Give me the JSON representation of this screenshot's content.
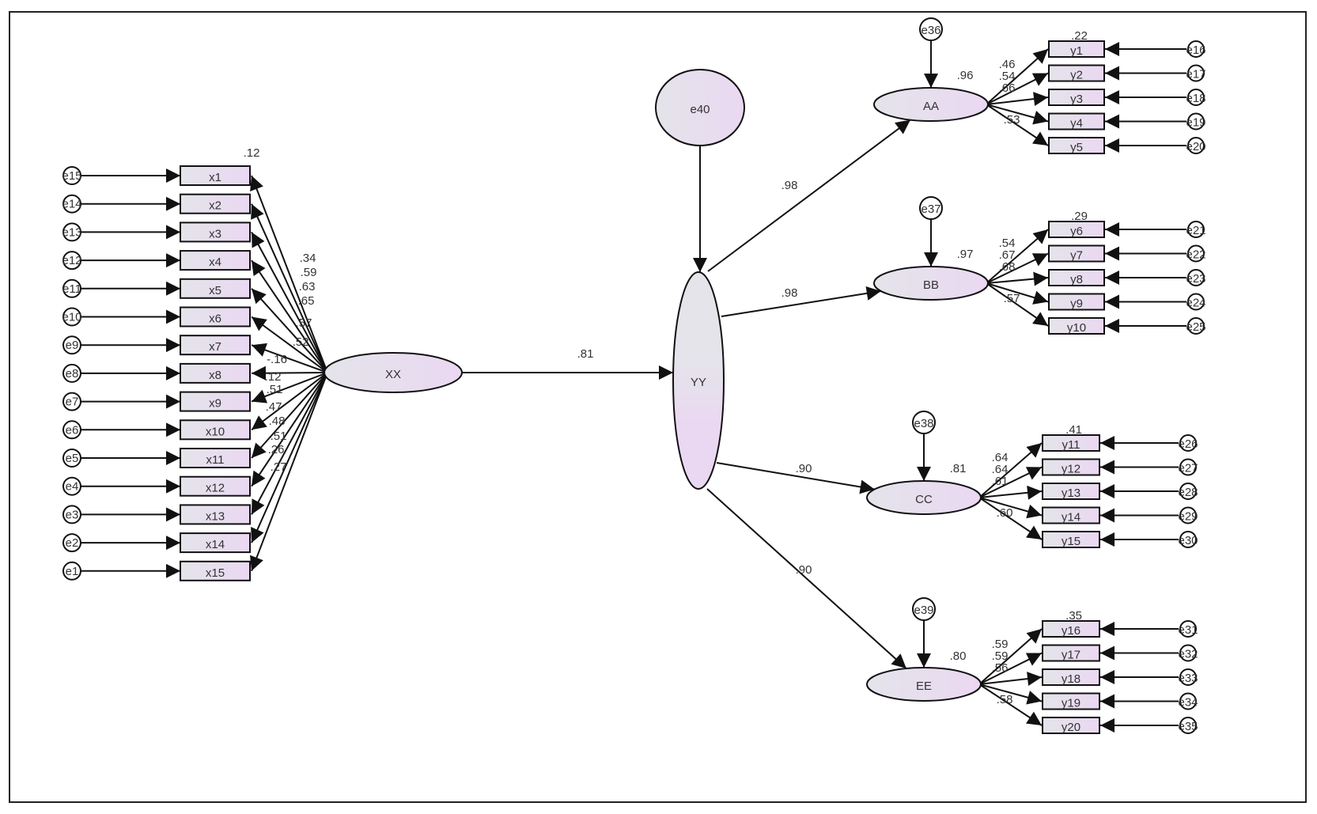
{
  "diagram": {
    "type": "structural-equation-model",
    "colors": {
      "node_fill_start": "#e4e4ea",
      "node_fill_end": "#ead8f2",
      "stroke": "#111111"
    },
    "structural": {
      "exogenous": "XX",
      "endogenous": "YY",
      "path_XX_YY": ".81",
      "residual_YY": "e40"
    },
    "second_order": [
      {
        "name": "AA",
        "loading": ".98",
        "r2": ".96",
        "residual": "e36"
      },
      {
        "name": "BB",
        "loading": ".98",
        "r2": ".97",
        "residual": "e37"
      },
      {
        "name": "CC",
        "loading": ".90",
        "r2": ".81",
        "residual": "e38"
      },
      {
        "name": "EE",
        "loading": ".90",
        "r2": ".80",
        "residual": "e39"
      }
    ],
    "xx_indicators": [
      {
        "name": "x1",
        "error": "e15"
      },
      {
        "name": "x2",
        "error": "e14"
      },
      {
        "name": "x3",
        "error": "e13"
      },
      {
        "name": "x4",
        "error": "e12"
      },
      {
        "name": "x5",
        "error": "e11"
      },
      {
        "name": "x6",
        "error": "e10"
      },
      {
        "name": "x7",
        "error": "e9"
      },
      {
        "name": "x8",
        "error": "e8"
      },
      {
        "name": "x9",
        "error": "e7"
      },
      {
        "name": "x10",
        "error": "e6"
      },
      {
        "name": "x11",
        "error": "e5"
      },
      {
        "name": "x12",
        "error": "e4"
      },
      {
        "name": "x13",
        "error": "e3"
      },
      {
        "name": "x14",
        "error": "e2"
      },
      {
        "name": "x15",
        "error": "e1"
      }
    ],
    "xx_top_r2": ".12",
    "xx_loadings_visible": [
      ".34",
      ".59",
      ".63",
      ".65",
      ".57",
      ".52",
      "-.16",
      ".12",
      ".51",
      ".47",
      ".48",
      ".51",
      ".26",
      ".27"
    ],
    "y_groups": [
      {
        "factor": "AA",
        "top_r2": ".22",
        "loadings": [
          ".46",
          ".54",
          ".66",
          "",
          ".53"
        ],
        "items": [
          {
            "name": "y1",
            "error": "e16"
          },
          {
            "name": "y2",
            "error": "e17"
          },
          {
            "name": "y3",
            "error": "e18"
          },
          {
            "name": "y4",
            "error": "e19"
          },
          {
            "name": "y5",
            "error": "e20"
          }
        ]
      },
      {
        "factor": "BB",
        "top_r2": ".29",
        "loadings": [
          ".54",
          ".67",
          ".68",
          "",
          ".57"
        ],
        "items": [
          {
            "name": "y6",
            "error": "e21"
          },
          {
            "name": "y7",
            "error": "e22"
          },
          {
            "name": "y8",
            "error": "e23"
          },
          {
            "name": "y9",
            "error": "e24"
          },
          {
            "name": "y10",
            "error": "e25"
          }
        ]
      },
      {
        "factor": "CC",
        "top_r2": ".41",
        "loadings": [
          ".64",
          ".64",
          ".61",
          "",
          ".60"
        ],
        "items": [
          {
            "name": "y11",
            "error": "e26"
          },
          {
            "name": "y12",
            "error": "e27"
          },
          {
            "name": "y13",
            "error": "e28"
          },
          {
            "name": "y14",
            "error": "e29"
          },
          {
            "name": "y15",
            "error": "e30"
          }
        ]
      },
      {
        "factor": "EE",
        "top_r2": ".35",
        "loadings": [
          ".59",
          ".59",
          ".56",
          "",
          ".58"
        ],
        "items": [
          {
            "name": "y16",
            "error": "e31"
          },
          {
            "name": "y17",
            "error": "e32"
          },
          {
            "name": "y18",
            "error": "e33"
          },
          {
            "name": "y19",
            "error": "e34"
          },
          {
            "name": "y20",
            "error": "e35"
          }
        ]
      }
    ]
  }
}
